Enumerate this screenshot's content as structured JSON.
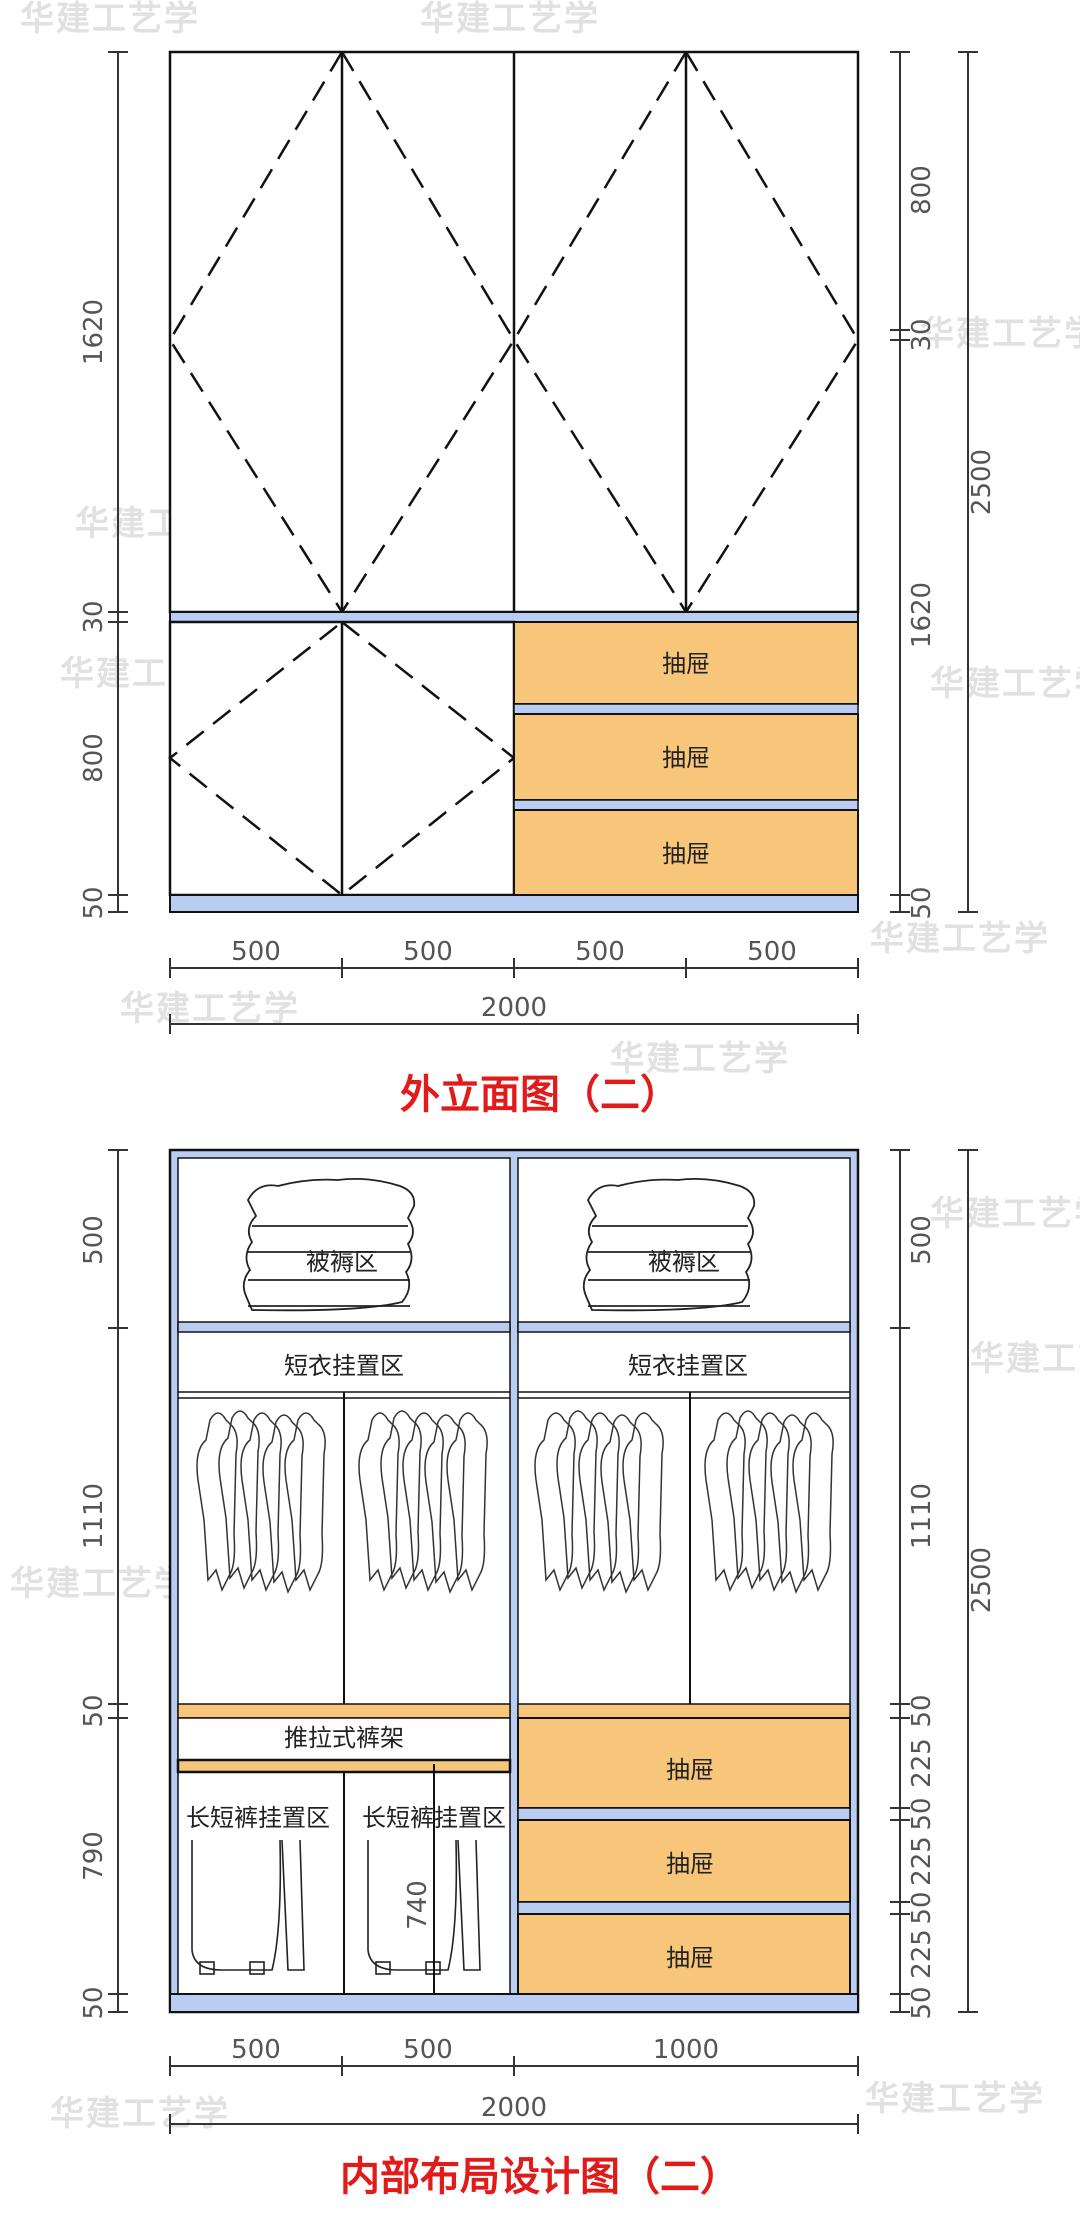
{
  "titles": {
    "exterior": "外立面图（二）",
    "interior": "内部布局设计图（二）"
  },
  "watermark": "华建工艺学",
  "exterior": {
    "drawer_label": "抽屉",
    "dims_left": [
      "1620",
      "30",
      "800",
      "50"
    ],
    "dims_right": [
      "800",
      "30",
      "1620",
      "50"
    ],
    "dim_total_height": "2500",
    "dims_bottom": [
      "500",
      "500",
      "500",
      "500"
    ],
    "dim_total_width": "2000"
  },
  "interior": {
    "quilt_label": "被褥区",
    "short_hang_label": "短衣挂置区",
    "pants_rack_label": "推拉式裤架",
    "long_short_pants_label": "长短裤挂置区",
    "drawer_label": "抽屉",
    "dims_left": [
      "500",
      "1110",
      "50",
      "790",
      "50"
    ],
    "dims_right": [
      "500",
      "1110",
      "50",
      "225",
      "50",
      "225",
      "50",
      "225",
      "50"
    ],
    "dim_total_height": "2500",
    "dim_inner": "740",
    "dims_bottom": [
      "500",
      "500",
      "1000"
    ],
    "dim_total_width": "2000"
  },
  "colors": {
    "drawer": "#f7c67a",
    "panel": "#b9cdf2",
    "title": "#e11a1a"
  }
}
